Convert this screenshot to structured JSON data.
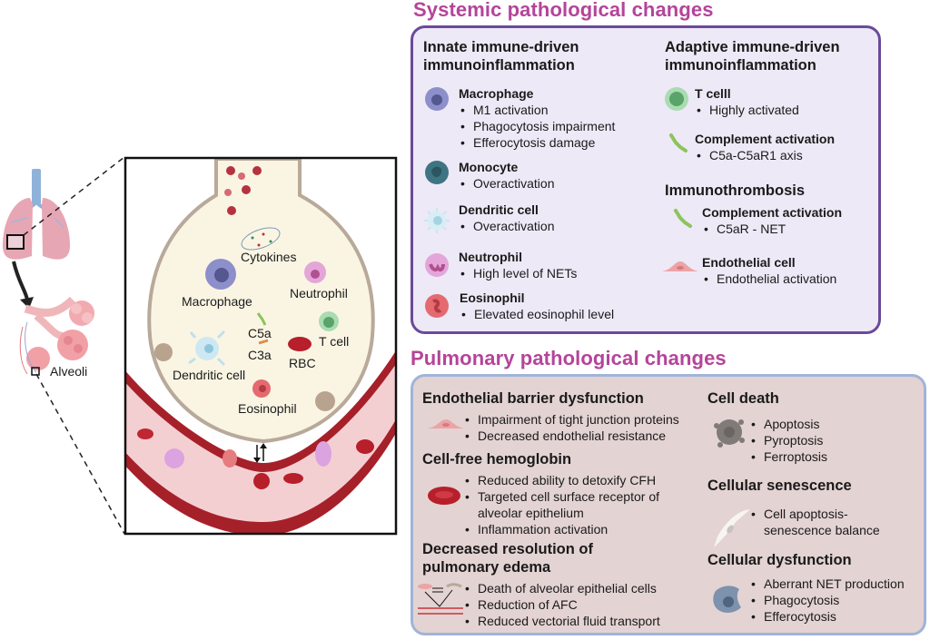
{
  "left_illustration": {
    "lung_label": "",
    "alveoli_label": "Alveoli",
    "zoom_labels": {
      "cytokines": "Cytokines",
      "macrophage": "Macrophage",
      "neutrophil": "Neutrophil",
      "c5a": "C5a",
      "c3a": "C3a",
      "t_cell": "T cell",
      "rbc": "RBC",
      "dendritic_cell": "Dendritic cell",
      "eosinophil": "Eosinophil"
    }
  },
  "systemic": {
    "title": "Systemic pathological changes",
    "innate": {
      "title_line1": "Innate immune-driven",
      "title_line2": "immunoinflammation",
      "items": [
        {
          "name": "Macrophage",
          "icon": "macrophage-icon",
          "bullets": [
            "M1 activation",
            "Phagocytosis impairment",
            "Efferocytosis damage"
          ]
        },
        {
          "name": "Monocyte",
          "icon": "monocyte-icon",
          "bullets": [
            "Overactivation"
          ]
        },
        {
          "name": "Dendritic cell",
          "icon": "dendritic-cell-icon",
          "bullets": [
            "Overactivation"
          ]
        },
        {
          "name": "Neutrophil",
          "icon": "neutrophil-icon",
          "bullets": [
            "High level of NETs"
          ]
        },
        {
          "name": "Eosinophil",
          "icon": "eosinophil-icon",
          "bullets": [
            "Elevated eosinophil level"
          ]
        }
      ]
    },
    "adaptive": {
      "title_line1": "Adaptive immune-driven",
      "title_line2": "immunoinflammation",
      "items": [
        {
          "name": "T celll",
          "icon": "t-cell-icon",
          "bullets": [
            "Highly activated"
          ]
        },
        {
          "name": "Complement activation",
          "icon": "complement-icon",
          "bullets": [
            "C5a-C5aR1 axis"
          ]
        }
      ]
    },
    "immunothrombosis": {
      "title": "Immunothrombosis",
      "items": [
        {
          "name": "Complement activation",
          "icon": "complement-icon",
          "bullets": [
            "C5aR - NET"
          ]
        },
        {
          "name": "Endothelial cell",
          "icon": "endothelial-cell-icon",
          "bullets": [
            "Endothelial activation"
          ]
        }
      ]
    }
  },
  "pulmonary": {
    "title": "Pulmonary pathological changes",
    "left": [
      {
        "name": "Endothelial barrier dysfunction",
        "icon": "endothelial-cell-icon",
        "bullets": [
          "Impairment of tight junction proteins",
          "Decreased endothelial resistance"
        ]
      },
      {
        "name": "Cell-free hemoglobin",
        "icon": "red-blood-cell-icon",
        "bullets": [
          "Reduced  ability to detoxify CFH",
          "Targeted cell surface receptor of alveolar epithelium",
          "Inflammation activation"
        ]
      },
      {
        "name_line1": "Decreased resolution of",
        "name_line2": "pulmonary edema",
        "icon": "fluid-transport-icon",
        "bullets": [
          "Death of alveolar epithelial cells",
          "Reduction of AFC",
          "Reduced vectorial fluid transport"
        ]
      }
    ],
    "right": [
      {
        "name": "Cell death",
        "icon": "dying-cell-icon",
        "bullets": [
          "Apoptosis",
          "Pyroptosis",
          "Ferroptosis"
        ]
      },
      {
        "name": "Cellular senescence",
        "icon": "senescent-cell-icon",
        "bullets": [
          "Cell apoptosis-senescence balance"
        ]
      },
      {
        "name": "Cellular dysfunction",
        "icon": "dysfunctional-cell-icon",
        "bullets": [
          "Aberrant NET production",
          "Phagocytosis",
          "Efferocytosis"
        ]
      }
    ]
  },
  "colors": {
    "section_title": "#b5449a",
    "systemic_border": "#6b4a99",
    "systemic_bg": "#ede9f7",
    "pulmonary_border": "#9fb4d8",
    "pulmonary_bg": "#e4d3d3"
  }
}
